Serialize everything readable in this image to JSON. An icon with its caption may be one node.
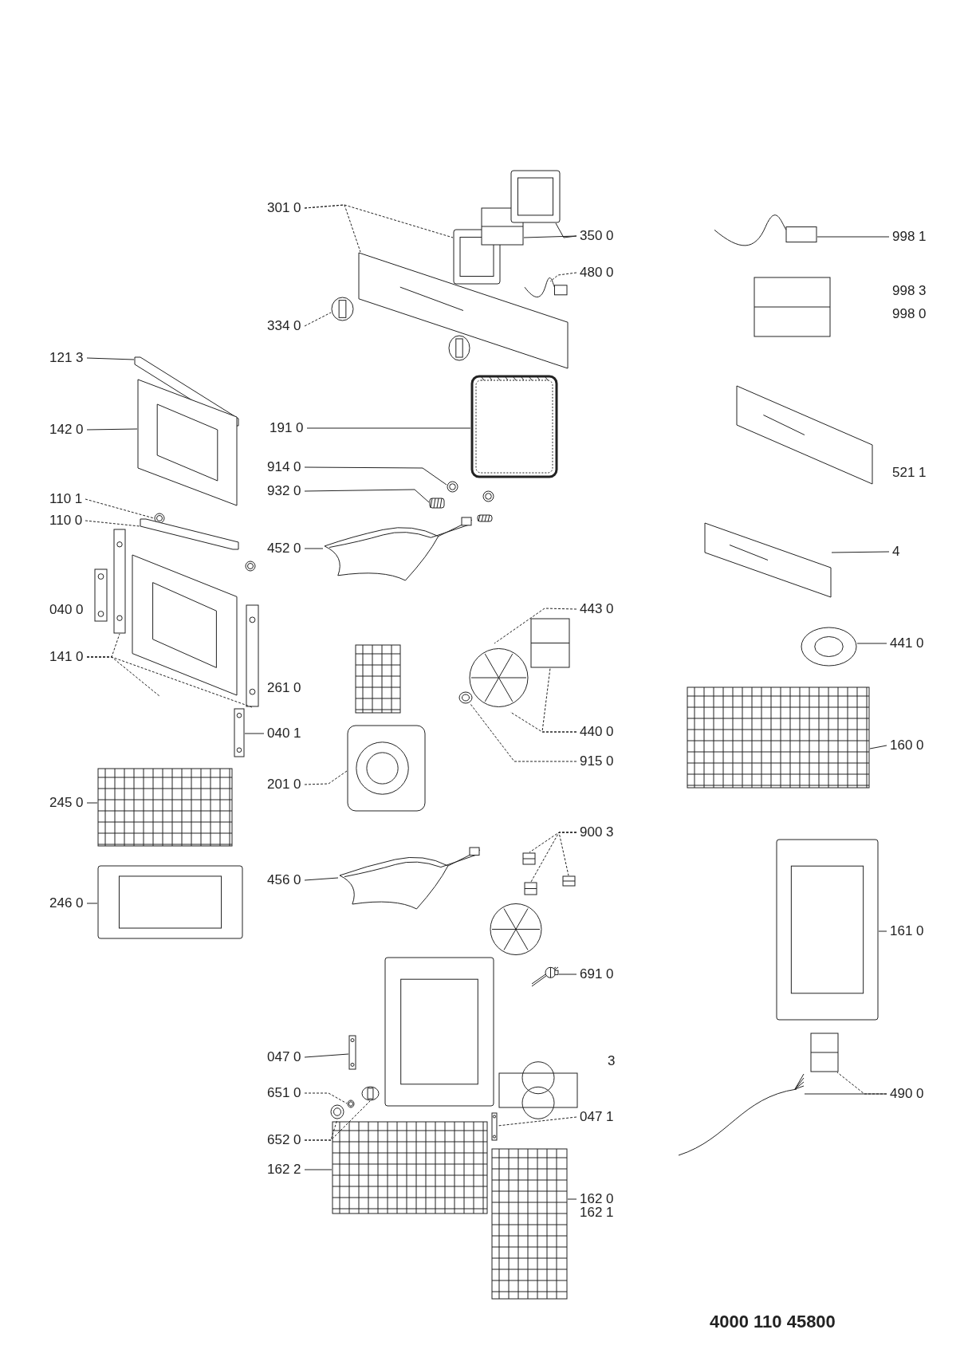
{
  "diagram": {
    "nodes": [
      {
        "text": [
          "301 0"
        ]
      },
      {
        "text": [],
        "shape": "picture"
      },
      {
        "text": [],
        "shape": "picture"
      },
      {
        "text": [
          "350 0"
        ]
      },
      {
        "text": [],
        "shape": "picture"
      },
      {
        "text": [],
        "shape": "picture"
      },
      {
        "text": [
          "480 0"
        ]
      },
      {
        "text": [],
        "shape": "picture"
      },
      {
        "text": [
          "334 0"
        ]
      },
      {
        "text": [],
        "shape": "picture"
      },
      {
        "text": [
          "998 1"
        ]
      },
      {
        "text": [],
        "shape": "picture"
      },
      {
        "text": [
          "121 3"
        ]
      },
      {
        "text": [],
        "shape": "picture"
      },
      {
        "text": [
          "142 0"
        ]
      },
      {
        "text": [],
        "shape": "picture"
      },
      {
        "text": [
          "191 0"
        ]
      },
      {
        "text": [],
        "shape": "picture"
      },
      {
        "text": [
          "914 0"
        ]
      },
      {
        "text": [],
        "shape": "picture"
      },
      {
        "text": [
          "932 0"
        ]
      },
      {
        "text": [],
        "shape": "picture"
      },
      {
        "text": [
          "110 1"
        ]
      },
      {
        "text": [],
        "shape": "picture"
      },
      {
        "text": [
          "110 0"
        ]
      },
      {
        "text": [],
        "shape": "picture"
      },
      {
        "text": [
          "452 0"
        ]
      },
      {
        "text": [],
        "shape": "picture"
      },
      {
        "text": [
          "4"
        ]
      },
      {
        "text": [],
        "shape": "picture"
      },
      {
        "text": [
          "443 0"
        ]
      },
      {
        "text": [],
        "shape": "picture"
      },
      {
        "text": [],
        "shape": "picture"
      },
      {
        "text": [
          "441 0"
        ]
      },
      {
        "text": [],
        "shape": "picture"
      },
      {
        "text": [
          "141 0"
        ]
      },
      {
        "text": [],
        "shape": "picture"
      },
      {
        "text": [],
        "shape": "picture"
      },
      {
        "text": [],
        "shape": "picture"
      },
      {
        "text": [
          "440 0"
        ]
      },
      {
        "text": [
          "160 0"
        ]
      },
      {
        "text": [],
        "shape": "picture"
      },
      {
        "text": [
          "915 0"
        ]
      },
      {
        "text": [],
        "shape": "picture"
      },
      {
        "text": [
          "040 1"
        ]
      },
      {
        "text": [],
        "shape": "picture"
      },
      {
        "text": [
          "201 0"
        ]
      },
      {
        "text": [],
        "shape": "picture"
      },
      {
        "text": [
          "245 0"
        ]
      },
      {
        "text": [],
        "shape": "picture"
      },
      {
        "text": [
          "900 3"
        ]
      },
      {
        "text": [],
        "shape": "picture"
      },
      {
        "text": [],
        "shape": "picture"
      },
      {
        "text": [],
        "shape": "picture"
      },
      {
        "text": [
          "456 0"
        ]
      },
      {
        "text": [],
        "shape": "picture"
      },
      {
        "text": [
          "246 0"
        ]
      },
      {
        "text": [],
        "shape": "picture"
      },
      {
        "text": [
          "161 0"
        ]
      },
      {
        "text": [],
        "shape": "picture"
      },
      {
        "text": [
          "691 0"
        ]
      },
      {
        "text": [],
        "shape": "picture"
      },
      {
        "text": [
          "047 0"
        ]
      },
      {
        "text": [],
        "shape": "picture"
      },
      {
        "text": [
          "490 0"
        ]
      },
      {
        "text": [],
        "shape": "picture"
      },
      {
        "text": [],
        "shape": "picture"
      },
      {
        "text": [
          "651 0"
        ]
      },
      {
        "text": [],
        "shape": "picture"
      },
      {
        "text": [
          "047 1"
        ]
      },
      {
        "text": [],
        "shape": "picture"
      },
      {
        "text": [
          "652 0"
        ]
      },
      {
        "text": [],
        "shape": "picture"
      },
      {
        "text": [],
        "shape": "picture"
      },
      {
        "text": [
          "162 2"
        ]
      },
      {
        "text": [],
        "shape": "picture"
      },
      {
        "text": [
          "162 0"
        ]
      },
      {
        "text": [],
        "shape": "picture"
      }
    ],
    "edges": [
      {
        "from": 0,
        "to": 1,
        "arrow": "none",
        "style": "dashed"
      },
      {
        "from": 0,
        "to": 2,
        "arrow": "none",
        "style": "dashed"
      },
      {
        "from": 3,
        "to": 4,
        "arrow": "none"
      },
      {
        "from": 3,
        "to": 5,
        "arrow": "none"
      },
      {
        "from": 6,
        "to": 7,
        "arrow": "none",
        "style": "dashed"
      },
      {
        "from": 8,
        "to": 9,
        "arrow": "none",
        "style": "dashed"
      },
      {
        "from": 10,
        "to": 11,
        "arrow": "none"
      },
      {
        "from": 12,
        "to": 13,
        "arrow": "none"
      },
      {
        "from": 14,
        "to": 15,
        "arrow": "none"
      },
      {
        "from": 16,
        "to": 17,
        "arrow": "none"
      },
      {
        "from": 18,
        "to": 19,
        "arrow": "none"
      },
      {
        "from": 20,
        "to": 21,
        "arrow": "none"
      },
      {
        "from": 22,
        "to": 23,
        "arrow": "none",
        "style": "dashed"
      },
      {
        "from": 24,
        "to": 25,
        "arrow": "none",
        "style": "dashed"
      },
      {
        "from": 26,
        "to": 27,
        "arrow": "none"
      },
      {
        "from": 28,
        "to": 29,
        "arrow": "none"
      },
      {
        "from": 30,
        "to": 31,
        "arrow": "none",
        "style": "dashed"
      },
      {
        "from": 33,
        "to": 34,
        "arrow": "none"
      },
      {
        "from": 35,
        "to": 36,
        "arrow": "none",
        "style": "dashed"
      },
      {
        "from": 35,
        "to": 37,
        "arrow": "none",
        "style": "dashed"
      },
      {
        "from": 35,
        "to": 38,
        "arrow": "none",
        "style": "dashed"
      },
      {
        "from": 39,
        "to": 32,
        "arrow": "none",
        "style": "dashed"
      },
      {
        "from": 39,
        "to": 31,
        "arrow": "none",
        "style": "dashed"
      },
      {
        "from": 40,
        "to": 41,
        "arrow": "none"
      },
      {
        "from": 42,
        "to": 43,
        "arrow": "none",
        "style": "dashed"
      },
      {
        "from": 44,
        "to": 45,
        "arrow": "none"
      },
      {
        "from": 46,
        "to": 47,
        "arrow": "none",
        "style": "dashed"
      },
      {
        "from": 48,
        "to": 49,
        "arrow": "none"
      },
      {
        "from": 50,
        "to": 51,
        "arrow": "none",
        "style": "dashed"
      },
      {
        "from": 50,
        "to": 52,
        "arrow": "none",
        "style": "dashed"
      },
      {
        "from": 50,
        "to": 53,
        "arrow": "none",
        "style": "dashed"
      },
      {
        "from": 54,
        "to": 55,
        "arrow": "none"
      },
      {
        "from": 56,
        "to": 57,
        "arrow": "none"
      },
      {
        "from": 58,
        "to": 59,
        "arrow": "none"
      },
      {
        "from": 60,
        "to": 61,
        "arrow": "none"
      },
      {
        "from": 62,
        "to": 63,
        "arrow": "none"
      },
      {
        "from": 64,
        "to": 65,
        "arrow": "none",
        "style": "dashed"
      },
      {
        "from": 64,
        "to": 66,
        "arrow": "none"
      },
      {
        "from": 67,
        "to": 68,
        "arrow": "none",
        "style": "dashed"
      },
      {
        "from": 69,
        "to": 70,
        "arrow": "none",
        "style": "dashed"
      },
      {
        "from": 71,
        "to": 72,
        "arrow": "none",
        "style": "dashed"
      },
      {
        "from": 71,
        "to": 73,
        "arrow": "none",
        "style": "dashed"
      },
      {
        "from": 74,
        "to": 75,
        "arrow": "none"
      },
      {
        "from": 76,
        "to": 77,
        "arrow": "none"
      }
    ],
    "labels": [
      "998 3",
      "998 0",
      "521 1",
      "040 0",
      "261 0",
      "3",
      "162 1",
      "4000 110 45800"
    ]
  }
}
